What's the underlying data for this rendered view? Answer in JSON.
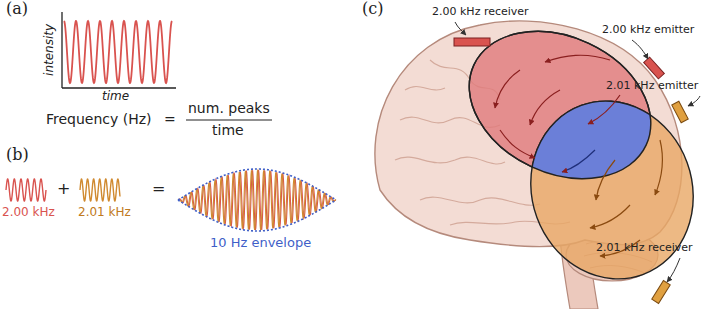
{
  "diagram": {
    "labels": [
      "(a)",
      "intensity",
      "time",
      "Frequency (Hz)",
      "=",
      "num. peaks",
      "time",
      "(b)",
      "2.00 kHz",
      "+",
      "2.01 kHz",
      "=",
      "10 Hz envelope",
      "(c)",
      "2.00 kHz receiver",
      "2.00 kHz emitter",
      "2.01 kHz emitter",
      "2.01 kHz receiver"
    ]
  }
}
